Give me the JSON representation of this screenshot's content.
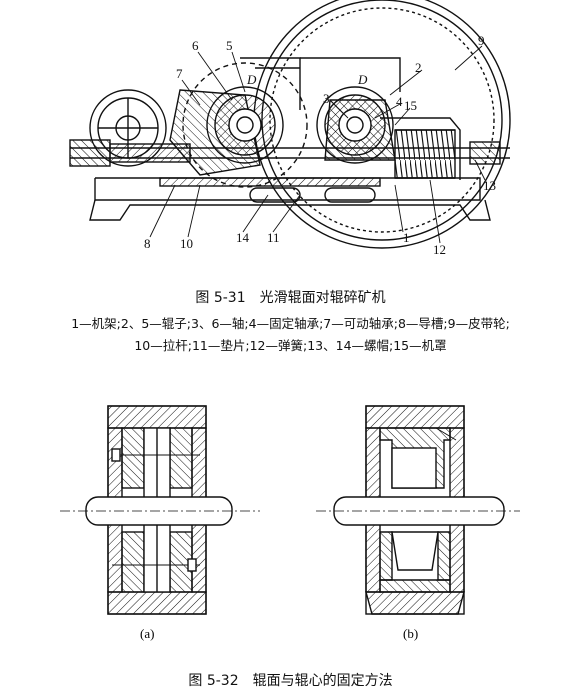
{
  "figure1": {
    "caption": "图 5-31　光滑辊面对辊碎矿机",
    "legend_line1": "1—机架;2、5—辊子;3、6—轴;4—固定轴承;7—可动轴承;8—导槽;9—皮带轮;",
    "legend_line2": "10—拉杆;11—垫片;12—弹簧;13、14—螺帽;15—机罩",
    "callouts": [
      "1",
      "2",
      "3",
      "4",
      "5",
      "6",
      "7",
      "8",
      "9",
      "10",
      "11",
      "12",
      "13",
      "14",
      "15"
    ],
    "roll_label": "D"
  },
  "figure2": {
    "caption": "图 5-32　辊面与辊心的固定方法",
    "sub_a": "(a)",
    "sub_b": "(b)"
  }
}
